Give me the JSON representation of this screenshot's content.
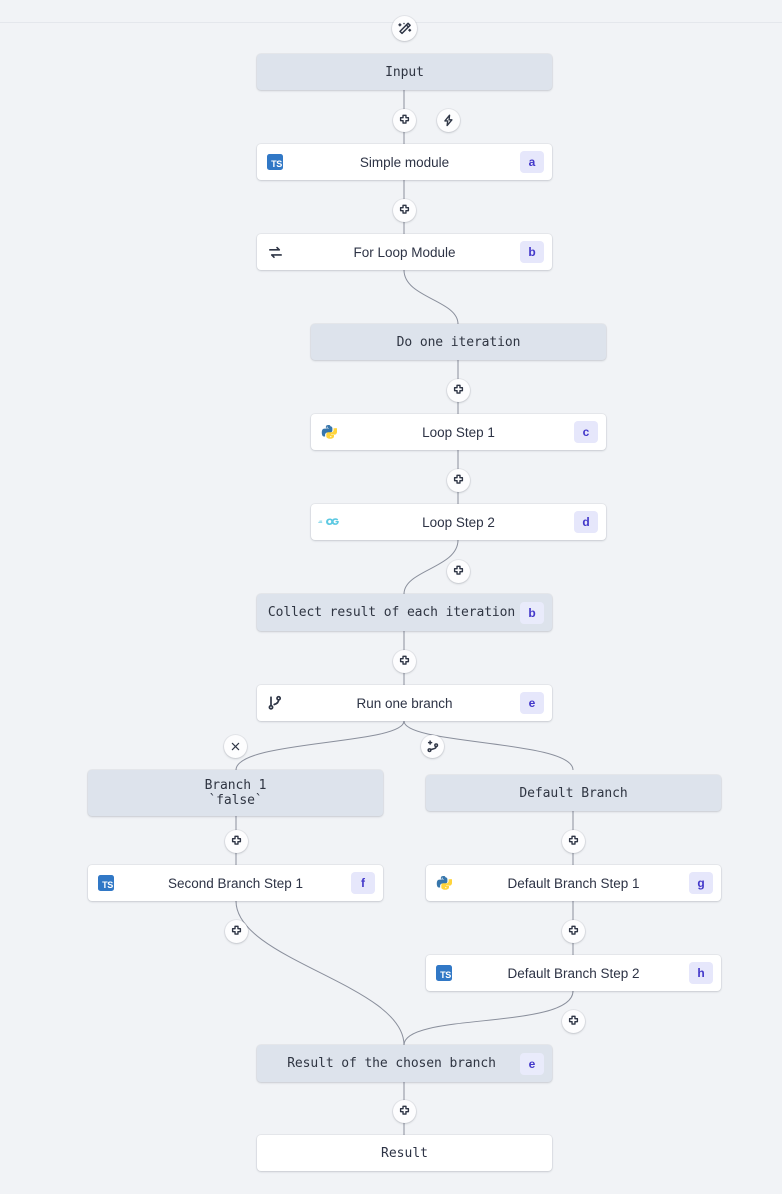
{
  "canvas": {
    "background_color": "#f1f3f6",
    "virtual_node_color": "#dde3ec",
    "module_node_color": "#ffffff",
    "badge_bg_color": "#e6e7fb",
    "badge_text_color": "#4338ca",
    "edge_color": "#8a8f9c"
  },
  "top_icon": {
    "name": "magic-wand-icon"
  },
  "nodes": {
    "input": {
      "label": "Input",
      "type": "virtual"
    },
    "simple_module": {
      "label": "Simple module",
      "type": "module",
      "lang": "typescript-icon",
      "badge": "a"
    },
    "for_loop": {
      "label": "For Loop Module",
      "type": "module",
      "lang": "loop-icon",
      "badge": "b"
    },
    "do_one_iter": {
      "label": "Do one iteration",
      "type": "virtual"
    },
    "loop_step_1": {
      "label": "Loop Step 1",
      "type": "module",
      "lang": "python-icon",
      "badge": "c"
    },
    "loop_step_2": {
      "label": "Loop Step 2",
      "type": "module",
      "lang": "go-icon",
      "badge": "d"
    },
    "collect": {
      "label": "Collect result of each iteration",
      "type": "virtual",
      "badge": "b"
    },
    "run_branch": {
      "label": "Run one branch",
      "type": "module",
      "lang": "branch-icon",
      "badge": "e"
    },
    "branch_1": {
      "label": "Branch 1\n`false`",
      "type": "virtual"
    },
    "default_branch": {
      "label": "Default Branch",
      "type": "virtual"
    },
    "second_branch_step_1": {
      "label": "Second Branch Step 1",
      "type": "module",
      "lang": "typescript-icon",
      "badge": "f"
    },
    "default_branch_step_1": {
      "label": "Default Branch Step 1",
      "type": "module",
      "lang": "python-icon",
      "badge": "g"
    },
    "default_branch_step_2": {
      "label": "Default Branch Step 2",
      "type": "module",
      "lang": "typescript-icon",
      "badge": "h"
    },
    "chosen_result": {
      "label": "Result of the chosen branch",
      "type": "virtual",
      "badge": "e"
    },
    "result": {
      "label": "Result",
      "type": "module"
    }
  },
  "handles": {
    "add": {
      "name": "add-step-icon"
    },
    "trigger": {
      "name": "lightning-icon"
    },
    "delete_branch": {
      "name": "close-icon"
    },
    "add_branch": {
      "name": "add-branch-icon"
    }
  }
}
